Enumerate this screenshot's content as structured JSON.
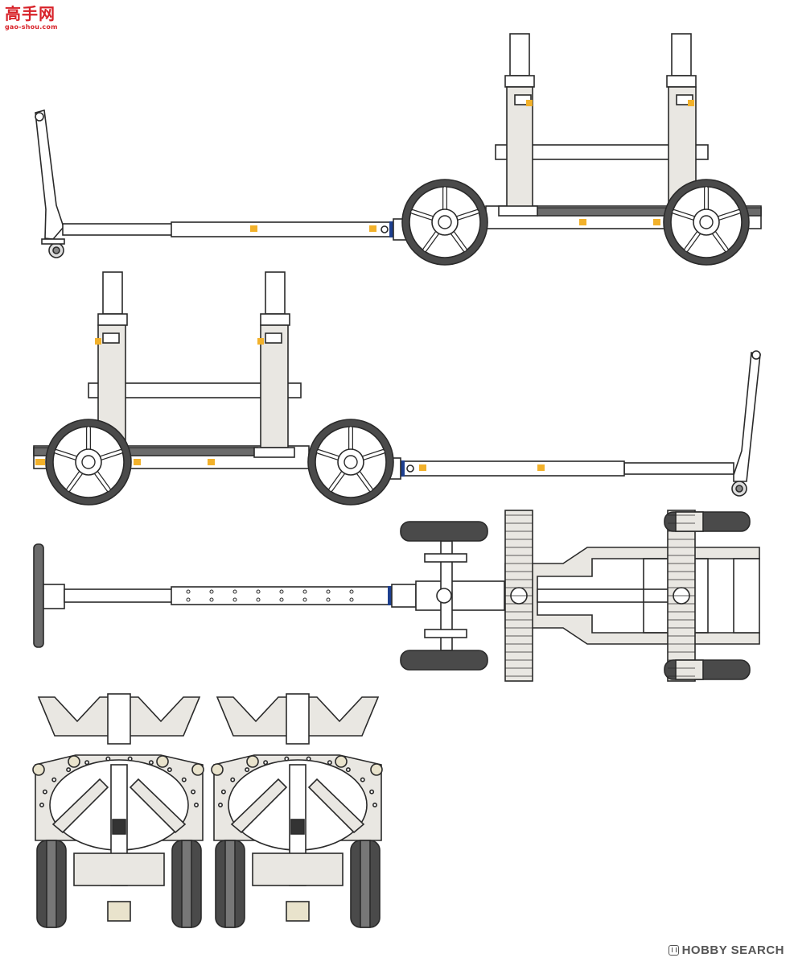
{
  "watermark_top": {
    "title": "高手网",
    "url": "gao-shou.com"
  },
  "watermark_bottom": {
    "text": "HOBBY SEARCH",
    "icon": "hobby-search-logo-icon"
  },
  "colors": {
    "line": "#2a2a2a",
    "fill": "#ffffff",
    "panel": "#e9e7e2",
    "tire": "#4a4a4a",
    "frame": "#6b6b6b",
    "accent": "#f2b12a",
    "blue": "#1d3f8f"
  }
}
